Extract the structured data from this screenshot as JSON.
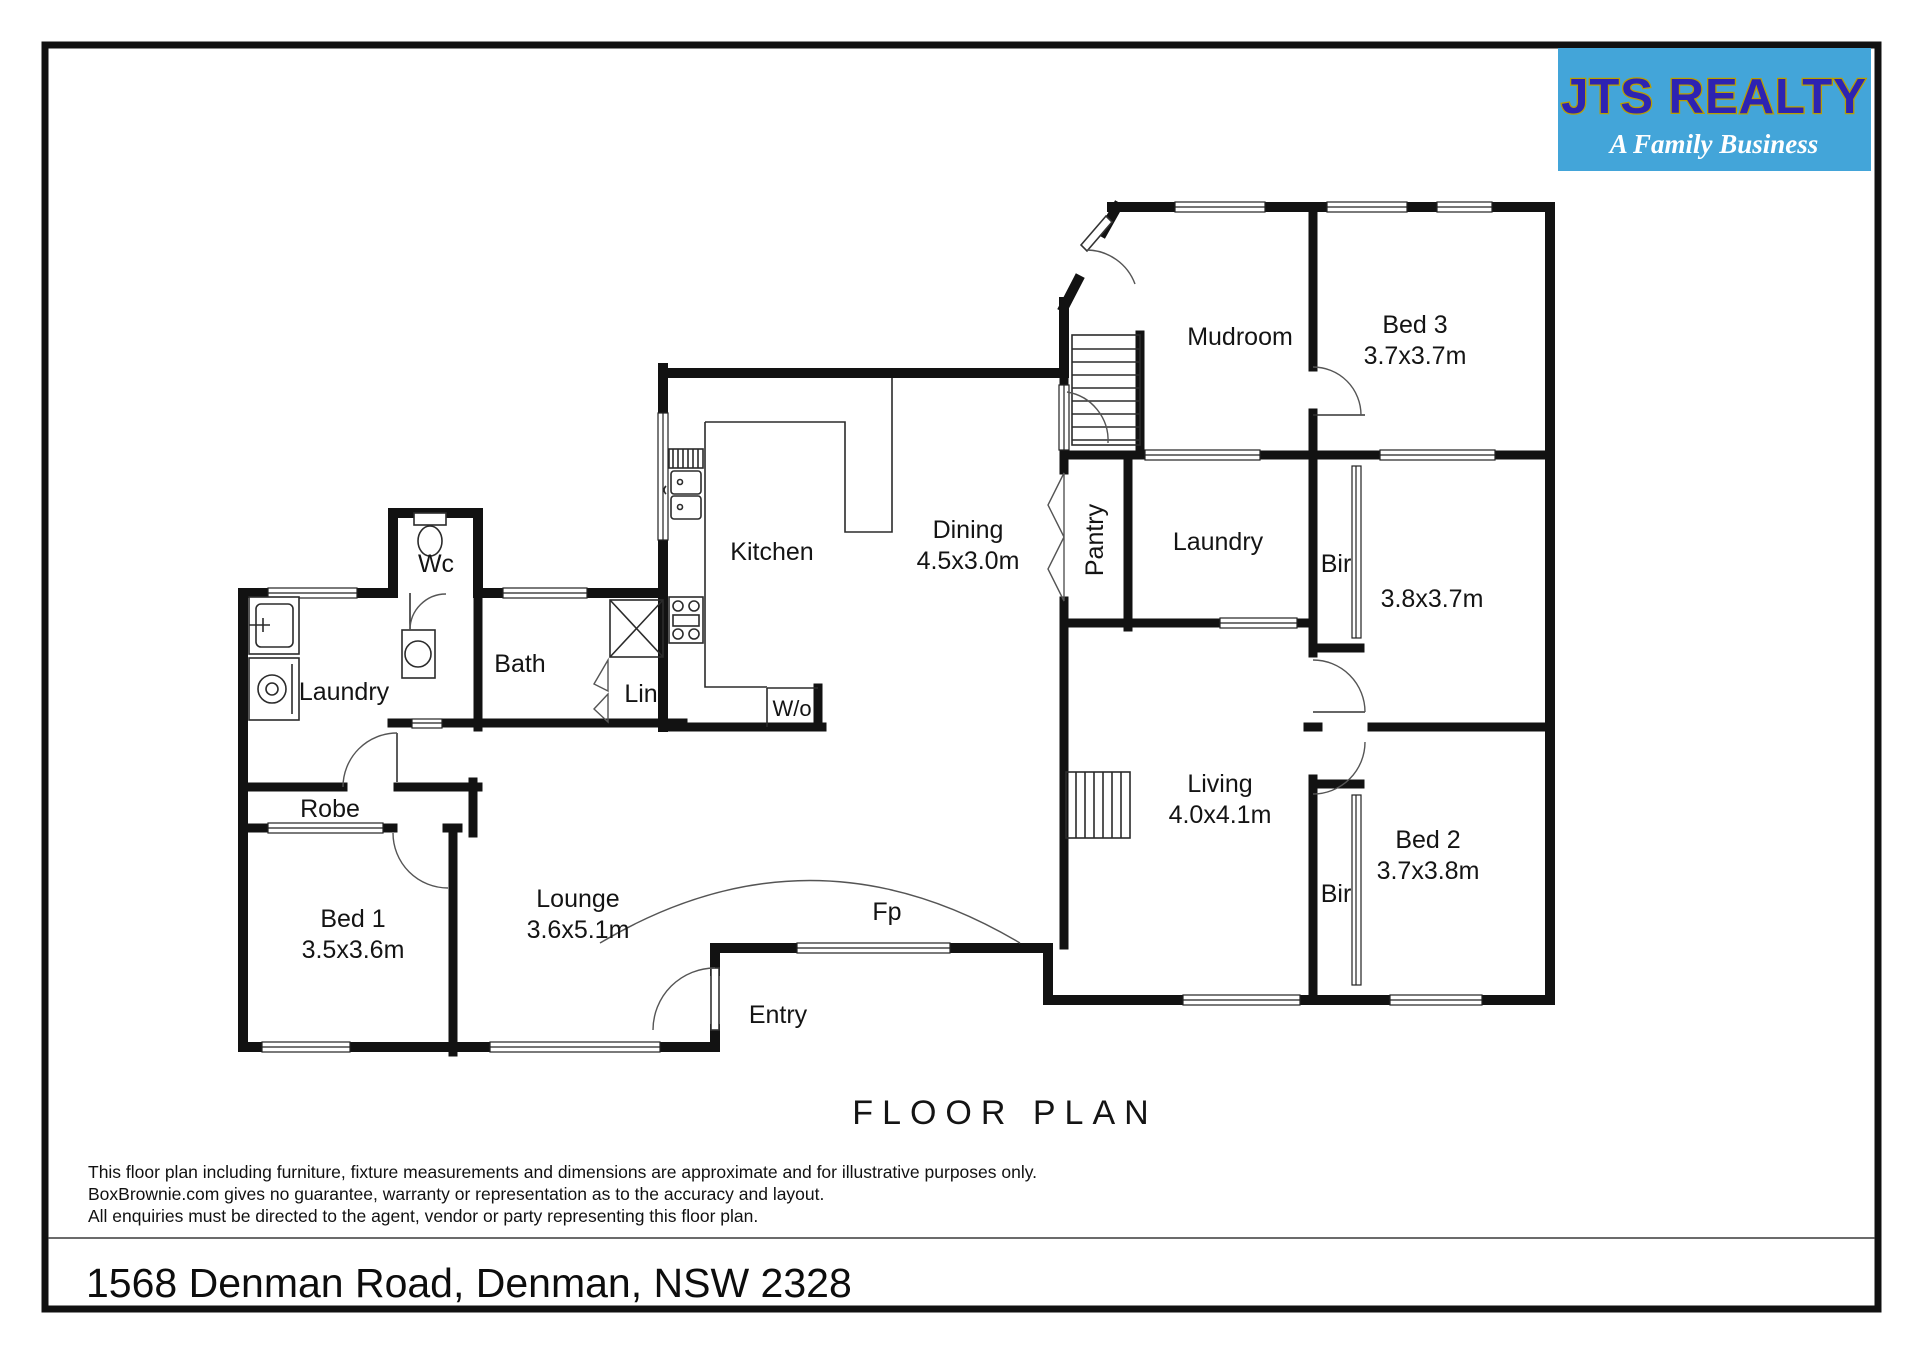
{
  "logo": {
    "title": "JTS REALTY",
    "subtitle": "A Family Business",
    "bg_color": "#43a5d9",
    "title_color": "#2d23b2",
    "outline_color": "#b89e00"
  },
  "plan": {
    "title": "FLOOR PLAN",
    "rooms": {
      "mudroom": {
        "name": "Mudroom"
      },
      "bed3": {
        "name": "Bed 3",
        "dims": "3.7x3.7m"
      },
      "pantry": {
        "name": "Pantry"
      },
      "laundry_right": {
        "name": "Laundry"
      },
      "bir_top": {
        "name": "Bir"
      },
      "room_38": {
        "dims": "3.8x3.7m"
      },
      "kitchen": {
        "name": "Kitchen"
      },
      "dining": {
        "name": "Dining",
        "dims": "4.5x3.0m"
      },
      "wc": {
        "name": "Wc"
      },
      "bath": {
        "name": "Bath"
      },
      "laundry_left": {
        "name": "Laundry"
      },
      "lin": {
        "name": "Lin"
      },
      "wo": {
        "name": "W/o"
      },
      "robe": {
        "name": "Robe"
      },
      "bed1": {
        "name": "Bed 1",
        "dims": "3.5x3.6m"
      },
      "lounge": {
        "name": "Lounge",
        "dims": "3.6x5.1m"
      },
      "entry": {
        "name": "Entry"
      },
      "fp": {
        "name": "Fp"
      },
      "living": {
        "name": "Living",
        "dims": "4.0x4.1m"
      },
      "bir_bottom": {
        "name": "Bir"
      },
      "bed2": {
        "name": "Bed 2",
        "dims": "3.7x3.8m"
      }
    }
  },
  "disclaimer": {
    "line1": "This floor plan including furniture, fixture measurements and dimensions are approximate and for illustrative purposes only.",
    "line2": "BoxBrownie.com gives no guarantee, warranty or representation as to the accuracy and layout.",
    "line3": "All enquiries must be directed to the agent, vendor or party representing this floor plan."
  },
  "address": "1568 Denman Road, Denman, NSW 2328"
}
